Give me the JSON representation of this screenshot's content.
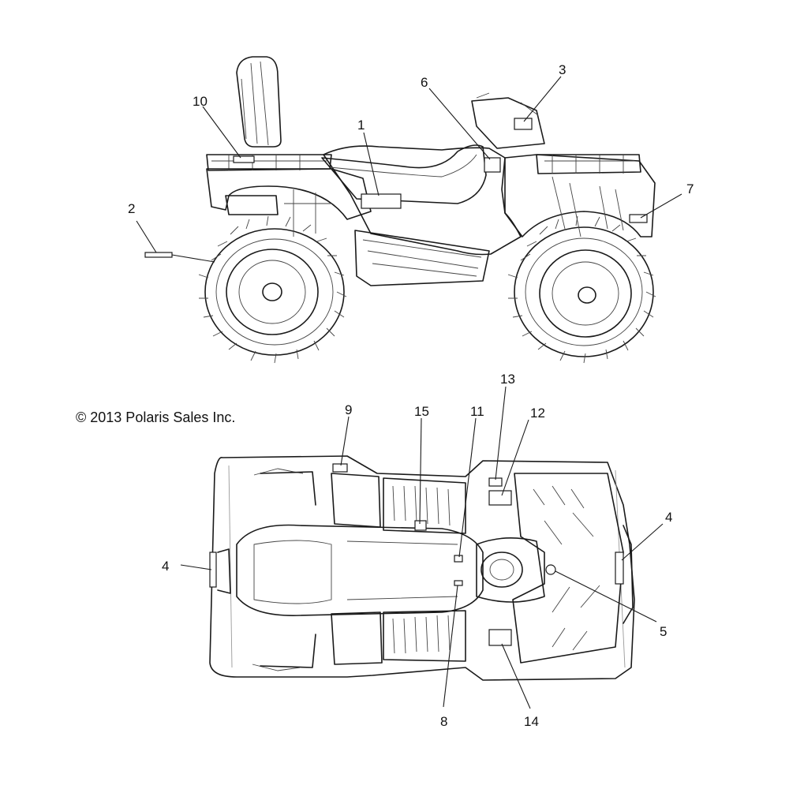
{
  "copyright": "© 2013 Polaris Sales Inc.",
  "callouts": {
    "c1": "1",
    "c2": "2",
    "c3": "3",
    "c4a": "4",
    "c4b": "4",
    "c5": "5",
    "c6": "6",
    "c7": "7",
    "c8": "8",
    "c9": "9",
    "c10": "10",
    "c11": "11",
    "c12": "12",
    "c13": "13",
    "c14": "14",
    "c15": "15"
  }
}
